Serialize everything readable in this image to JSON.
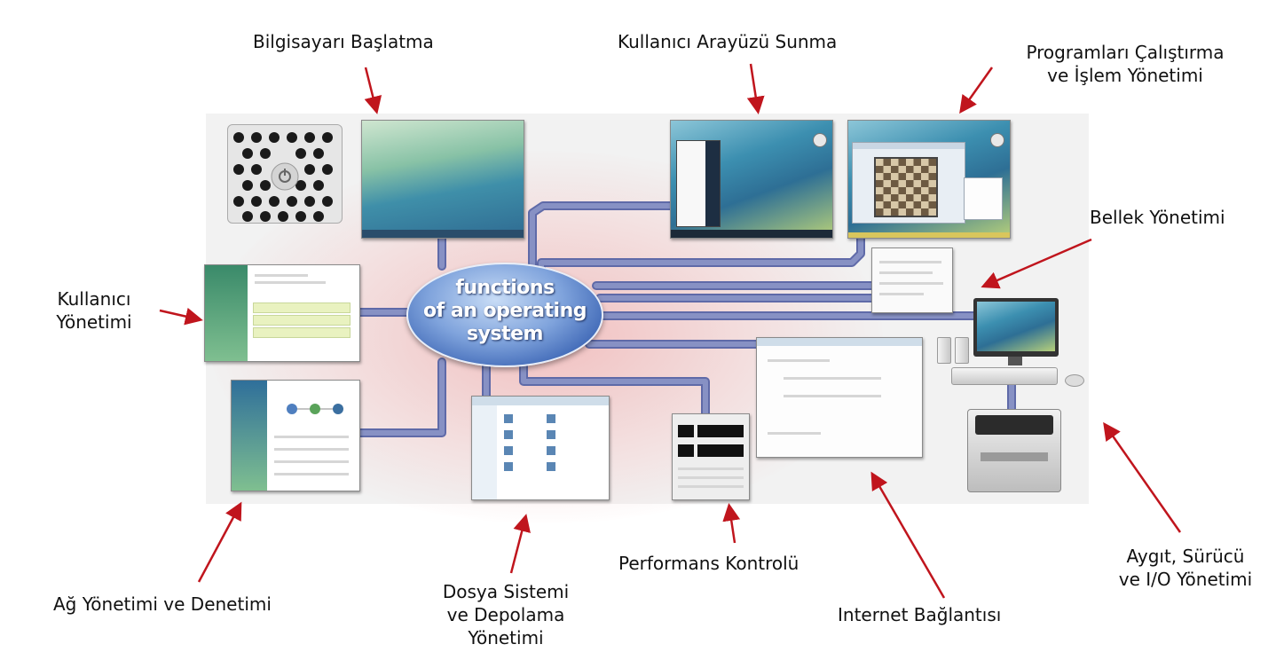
{
  "diagram": {
    "center_label": [
      "functions",
      "of an operating",
      "system"
    ],
    "labels": {
      "boot": "Bilgisayarı Başlatma",
      "ui": "Kullanıcı Arayüzü Sunma",
      "programs": "Programları Çalıştırma\nve İşlem Yönetimi",
      "memory": "Bellek Yönetimi",
      "users": "Kullanıcı\nYönetimi",
      "network": "Ağ Yönetimi ve Denetimi",
      "filesystem": "Dosya Sistemi\nve Depolama\nYönetimi",
      "performance": "Performans Kontrolü",
      "internet": "Internet Bağlantısı",
      "devices": "Aygıt, Sürücü\nve I/O Yönetimi"
    },
    "colors": {
      "arrow": "#c0151d",
      "connector": "#8791c4",
      "connector_edge": "#5f6aa8",
      "oval": "#4a74c4"
    }
  }
}
